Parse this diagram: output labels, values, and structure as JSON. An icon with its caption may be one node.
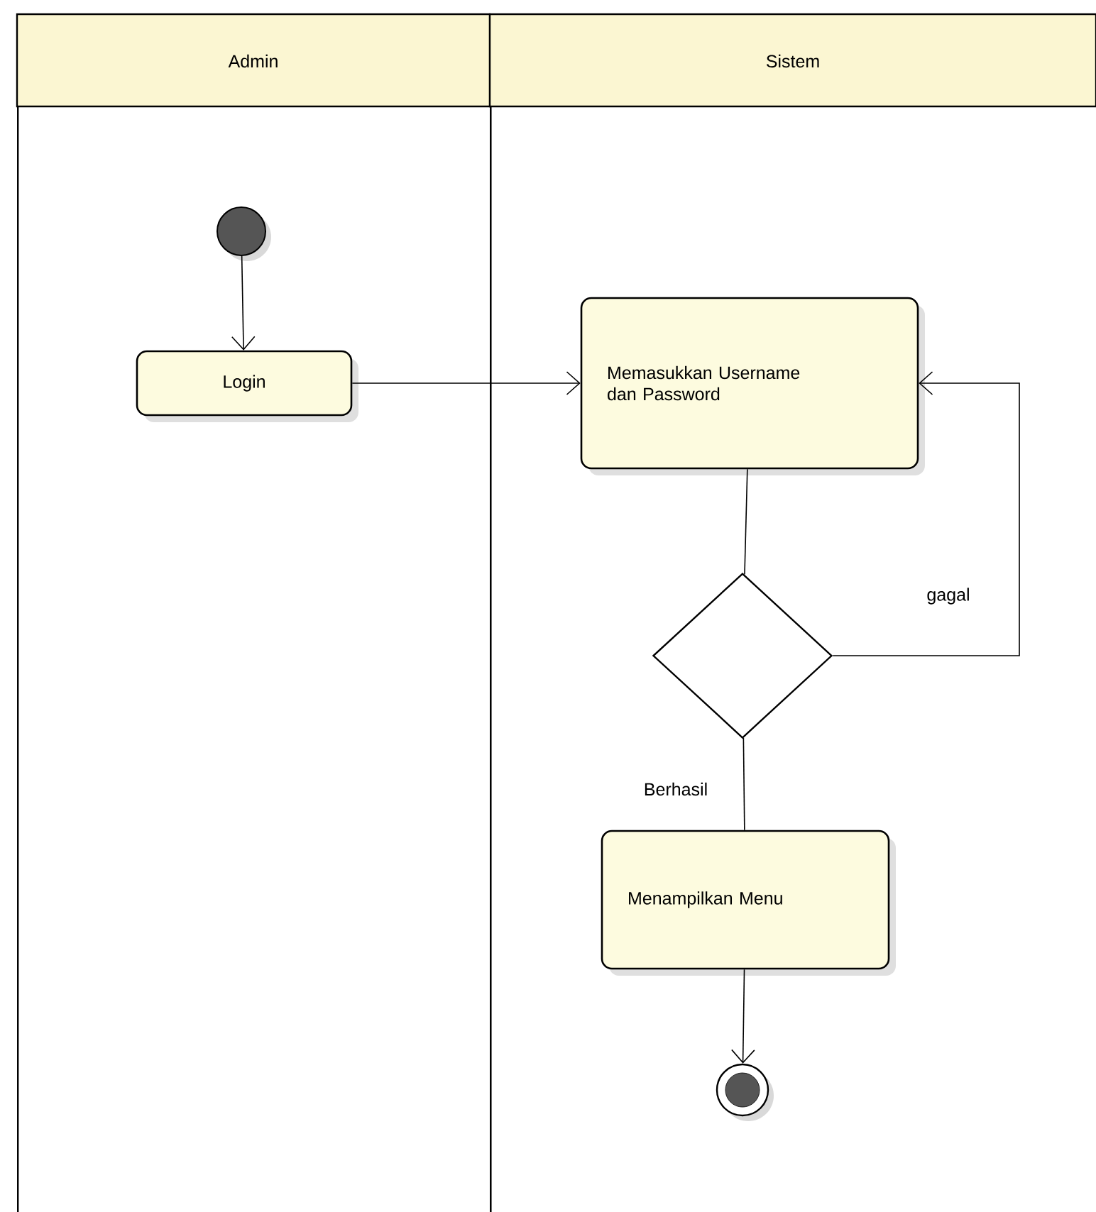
{
  "diagram": {
    "nodes": [
      {
        "text": [
          "Admin"
        ]
      },
      {
        "text": [
          "Sistem"
        ]
      },
      {
        "text": [],
        "shape": "circle",
        "in": 0
      },
      {
        "text": [
          "Login"
        ],
        "in": 0
      },
      {
        "text": [
          "Memasukkan Username dan Password"
        ],
        "in": 1
      },
      {
        "text": [],
        "shape": "diamond",
        "in": 1
      },
      {
        "text": [
          "Menampilkan Menu"
        ],
        "in": 1
      },
      {
        "text": [],
        "shape": "circle",
        "in": 1
      }
    ],
    "edges": [
      {
        "from": 2,
        "to": 3,
        "arrow": "to"
      },
      {
        "from": 3,
        "to": 4,
        "arrow": "to"
      },
      {
        "from": 4,
        "to": 5,
        "arrow": "none"
      },
      {
        "from": 5,
        "to": 4,
        "arrow": "to",
        "label": "gagal"
      },
      {
        "from": 5,
        "to": 6,
        "arrow": "none",
        "label": "Berhasil"
      },
      {
        "from": 6,
        "to": 7,
        "arrow": "to"
      }
    ]
  }
}
